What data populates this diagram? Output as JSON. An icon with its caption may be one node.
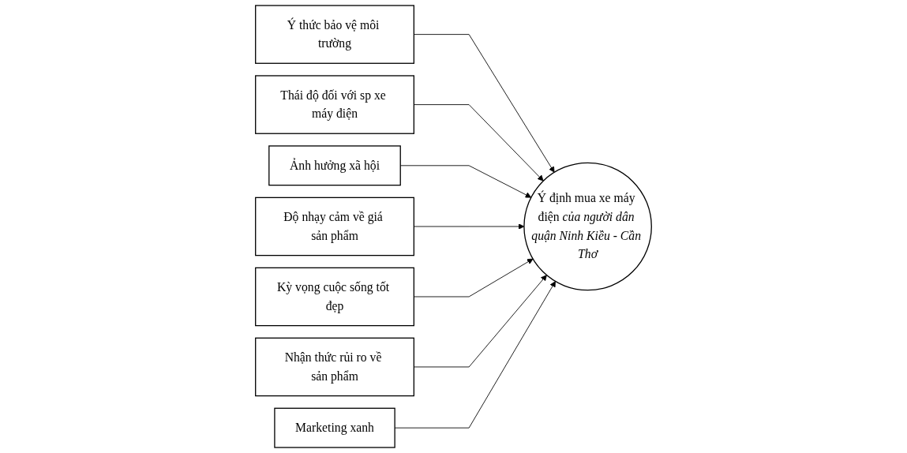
{
  "diagram": {
    "nodes": [
      {
        "text": [
          "Ý thức bảo vệ môi trường"
        ]
      },
      {
        "text": [
          "Thái độ đối với sp xe máy điện"
        ]
      },
      {
        "text": [
          "Ảnh hưởng xã hội"
        ]
      },
      {
        "text": [
          "Độ nhạy cảm về giá sản phẩm"
        ]
      },
      {
        "text": [
          "Kỳ vọng cuộc sống tốt đẹp"
        ]
      },
      {
        "text": [
          "Nhận thức rủi ro về sản phẩm"
        ]
      },
      {
        "text": [
          "Marketing xanh"
        ]
      },
      {
        "text": [
          "Ý định mua xe máy điện *của người dân quận Ninh Kiều - Cần Thơ*"
        ]
      }
    ],
    "edges": [
      {
        "from": 0,
        "to": 7,
        "arrow": "to"
      },
      {
        "from": 1,
        "to": 7,
        "arrow": "to"
      },
      {
        "from": 2,
        "to": 7,
        "arrow": "to"
      },
      {
        "from": 3,
        "to": 7,
        "arrow": "to"
      },
      {
        "from": 4,
        "to": 7,
        "arrow": "to"
      },
      {
        "from": 5,
        "to": 7,
        "arrow": "to"
      },
      {
        "from": 6,
        "to": 7,
        "arrow": "to"
      }
    ]
  }
}
